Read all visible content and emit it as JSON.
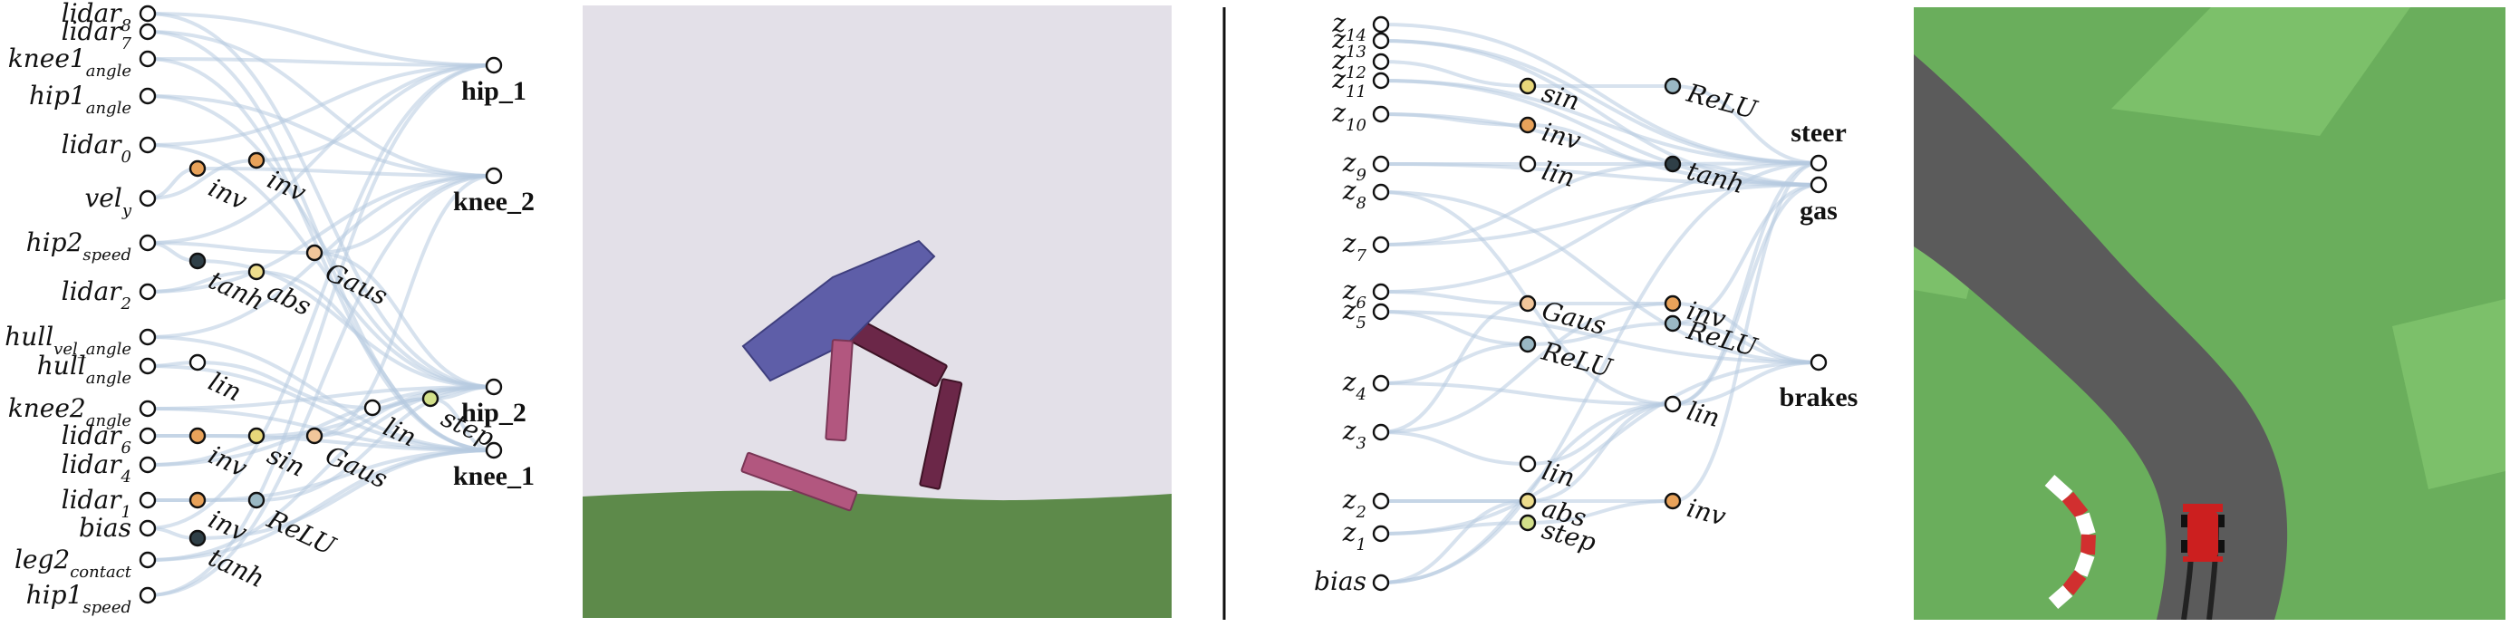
{
  "left_network": {
    "inputs": [
      {
        "id": "lidar8",
        "base": "lidar",
        "sub": "8"
      },
      {
        "id": "lidar7",
        "base": "lidar",
        "sub": "7"
      },
      {
        "id": "knee1_angle",
        "base": "knee1",
        "sub": "angle"
      },
      {
        "id": "hip1_angle",
        "base": "hip1",
        "sub": "angle"
      },
      {
        "id": "lidar0",
        "base": "lidar",
        "sub": "0"
      },
      {
        "id": "vel_y",
        "base": "vel",
        "sub": "y"
      },
      {
        "id": "hip2_speed",
        "base": "hip2",
        "sub": "speed"
      },
      {
        "id": "lidar2",
        "base": "lidar",
        "sub": "2"
      },
      {
        "id": "hull_vel_angle",
        "base": "hull",
        "sub": "vel_angle"
      },
      {
        "id": "hull_angle",
        "base": "hull",
        "sub": "angle"
      },
      {
        "id": "knee2_angle",
        "base": "knee2",
        "sub": "angle"
      },
      {
        "id": "lidar6",
        "base": "lidar",
        "sub": "6"
      },
      {
        "id": "lidar4",
        "base": "lidar",
        "sub": "4"
      },
      {
        "id": "lidar1",
        "base": "lidar",
        "sub": "1"
      },
      {
        "id": "bias",
        "base": "bias",
        "sub": ""
      },
      {
        "id": "leg2_contact",
        "base": "leg2",
        "sub": "contact"
      },
      {
        "id": "hip1_speed",
        "base": "hip1",
        "sub": "speed"
      }
    ],
    "hidden": [
      {
        "id": "h_inv_a",
        "label": "inv",
        "color": "#e8a25a"
      },
      {
        "id": "h_inv_b",
        "label": "inv",
        "color": "#e8a25a"
      },
      {
        "id": "h_tanh_a",
        "label": "tanh",
        "color": "#2f3f47"
      },
      {
        "id": "h_abs_a",
        "label": "abs",
        "color": "#eedd8c"
      },
      {
        "id": "h_gaus_a",
        "label": "Gaus",
        "color": "#f1c69a"
      },
      {
        "id": "h_lin_a",
        "label": "lin",
        "color": "#ffffff"
      },
      {
        "id": "h_lin_b",
        "label": "lin",
        "color": "#ffffff"
      },
      {
        "id": "h_step_a",
        "label": "step",
        "color": "#d3e08a"
      },
      {
        "id": "h_inv_c",
        "label": "inv",
        "color": "#e8a25a"
      },
      {
        "id": "h_sin_a",
        "label": "sin",
        "color": "#e8d77a"
      },
      {
        "id": "h_gaus_b",
        "label": "Gaus",
        "color": "#f1c69a"
      },
      {
        "id": "h_inv_d",
        "label": "inv",
        "color": "#e8a25a"
      },
      {
        "id": "h_relu_a",
        "label": "ReLU",
        "color": "#9ab8c4"
      },
      {
        "id": "h_tanh_b",
        "label": "tanh",
        "color": "#2f3f47"
      }
    ],
    "outputs": [
      "hip_1",
      "knee_2",
      "hip_2",
      "knee_1"
    ]
  },
  "right_network": {
    "inputs": [
      {
        "id": "z14",
        "base": "z",
        "sub": "14"
      },
      {
        "id": "z13",
        "base": "z",
        "sub": "13"
      },
      {
        "id": "z12",
        "base": "z",
        "sub": "12"
      },
      {
        "id": "z11",
        "base": "z",
        "sub": "11"
      },
      {
        "id": "z10",
        "base": "z",
        "sub": "10"
      },
      {
        "id": "z9",
        "base": "z",
        "sub": "9"
      },
      {
        "id": "z8",
        "base": "z",
        "sub": "8"
      },
      {
        "id": "z7",
        "base": "z",
        "sub": "7"
      },
      {
        "id": "z6",
        "base": "z",
        "sub": "6"
      },
      {
        "id": "z5",
        "base": "z",
        "sub": "5"
      },
      {
        "id": "z4",
        "base": "z",
        "sub": "4"
      },
      {
        "id": "z3",
        "base": "z",
        "sub": "3"
      },
      {
        "id": "z2",
        "base": "z",
        "sub": "2"
      },
      {
        "id": "z1",
        "base": "z",
        "sub": "1"
      },
      {
        "id": "bias",
        "base": "bias",
        "sub": ""
      }
    ],
    "hidden": [
      {
        "id": "r_sin",
        "label": "sin",
        "color": "#e8d77a"
      },
      {
        "id": "r_inv_a",
        "label": "inv",
        "color": "#e8a25a"
      },
      {
        "id": "r_lin_a",
        "label": "lin",
        "color": "#ffffff"
      },
      {
        "id": "r_gaus",
        "label": "Gaus",
        "color": "#f1c69a"
      },
      {
        "id": "r_relu_a",
        "label": "ReLU",
        "color": "#9ab8c4"
      },
      {
        "id": "r_lin_b",
        "label": "lin",
        "color": "#ffffff"
      },
      {
        "id": "r_abs",
        "label": "abs",
        "color": "#eedd8c"
      },
      {
        "id": "r_step",
        "label": "step",
        "color": "#d3e08a"
      },
      {
        "id": "r_relu_b",
        "label": "ReLU",
        "color": "#9ab8c4"
      },
      {
        "id": "r_tanh",
        "label": "tanh",
        "color": "#2f3f47"
      },
      {
        "id": "r_inv_b",
        "label": "inv",
        "color": "#e8a25a"
      },
      {
        "id": "r_relu_c",
        "label": "ReLU",
        "color": "#9ab8c4"
      },
      {
        "id": "r_lin_c",
        "label": "lin",
        "color": "#ffffff"
      },
      {
        "id": "r_inv_c",
        "label": "inv",
        "color": "#e8a25a"
      }
    ],
    "outputs": [
      "steer",
      "gas",
      "brakes"
    ]
  },
  "scenes": {
    "walker": {
      "sky_color": "#e3e0e8",
      "ground_color": "#5d8a4a",
      "hull_color": "#5e5ea8",
      "leg_front_color": "#b2577f",
      "leg_back_color": "#6b2748"
    },
    "car_racing": {
      "grass_color": "#6aae5c",
      "grass_light_color": "#7cc06a",
      "road_color": "#5b5b5b",
      "kerb_colors": [
        "#ffffff",
        "#d12f2f"
      ],
      "car_color": "#cc1f1f"
    }
  }
}
